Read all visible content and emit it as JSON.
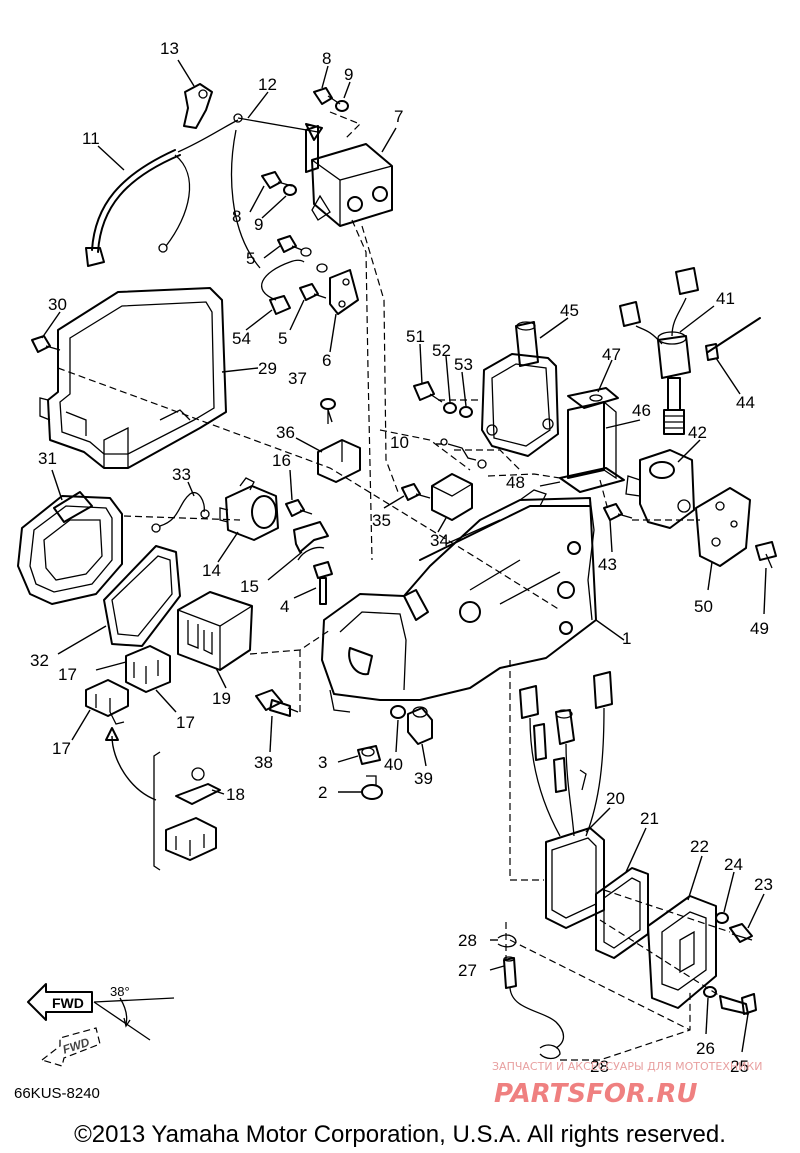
{
  "diagram": {
    "labels": [
      "1",
      "2",
      "3",
      "4",
      "5",
      "5",
      "6",
      "7",
      "8",
      "8",
      "9",
      "9",
      "10",
      "11",
      "12",
      "13",
      "14",
      "15",
      "16",
      "17",
      "17",
      "17",
      "18",
      "19",
      "20",
      "21",
      "22",
      "23",
      "24",
      "25",
      "26",
      "27",
      "28",
      "28",
      "29",
      "30",
      "31",
      "32",
      "33",
      "34",
      "35",
      "36",
      "37",
      "38",
      "39",
      "40",
      "41",
      "42",
      "43",
      "44",
      "45",
      "46",
      "47",
      "48",
      "49",
      "50",
      "51",
      "52",
      "53",
      "54"
    ],
    "fwd_label": "FWD",
    "fwd_label_2": "FWD",
    "angle_label": "38°",
    "drawing_code": "66KUS-8240",
    "watermark_small": "ЗАПЧАСТИ И АКСЕССУАРЫ ДЛЯ МОТОТЕХНИКИ",
    "watermark_big": "PARTSFOR.RU",
    "copyright": "©2013 Yamaha Motor Corporation, U.S.A. All rights reserved."
  }
}
